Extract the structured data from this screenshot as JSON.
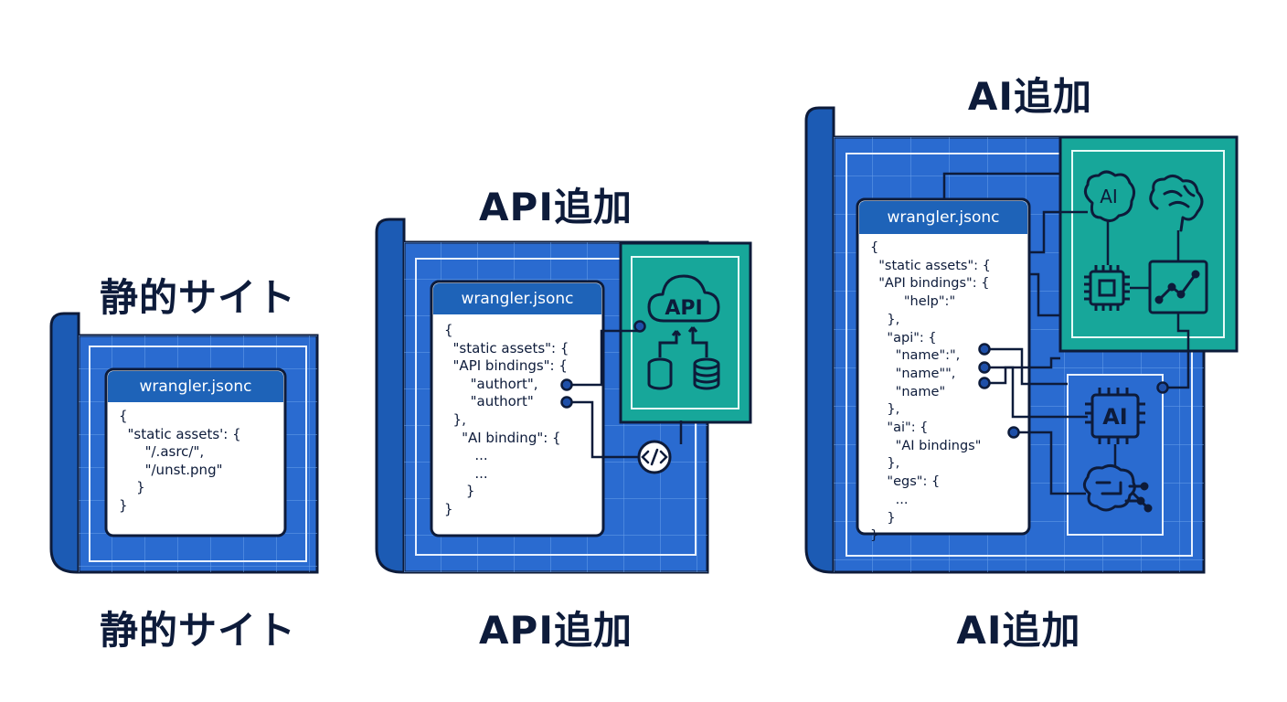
{
  "colors": {
    "navy": "#0d1b3a",
    "blueprint": "#2a6bd0",
    "roll": "#1c5bb4",
    "module_teal": "#17a79a",
    "header_blue": "#1e63b8"
  },
  "stages": [
    {
      "id": "static",
      "top_label": "静的サイト",
      "bottom_label": "静的サイト",
      "file": {
        "title": "wrangler.jsonc",
        "lines": [
          "{",
          "  \"static assets': {",
          "      \"/.asrc/\",",
          "      \"/unst.png\"",
          "    }",
          "}"
        ]
      }
    },
    {
      "id": "api",
      "top_label": "API追加",
      "bottom_label": "API追加",
      "file": {
        "title": "wrangler.jsonc",
        "lines": [
          "{",
          "  \"static assets\": {",
          "  \"API bindings\": {",
          "      \"authort\",",
          "      \"authort\"",
          "  },",
          "    \"AI binding\": {",
          "       ...",
          "       ...",
          "     }",
          "}"
        ]
      },
      "modules": [
        {
          "name": "api-cloud",
          "label": "API",
          "icons": [
            "cloud-icon",
            "database-icon",
            "storage-stack-icon"
          ]
        },
        {
          "name": "code-node",
          "icons": [
            "code-icon"
          ]
        }
      ]
    },
    {
      "id": "ai",
      "top_label": "AI追加",
      "bottom_label": "AI追加",
      "file": {
        "title": "wrangler.jsonc",
        "lines": [
          "{",
          "  \"static assets\": {",
          "  \"API bindings\": {",
          "        \"help\":\"",
          "    },",
          "    \"api\": {",
          "      \"name\":\",",
          "      \"name\"\",",
          "      \"name\"",
          "    },",
          "    \"ai\": {",
          "      \"AI bindings\"",
          "    },",
          "    \"egs\": {",
          "      ...",
          "    }",
          "}"
        ]
      },
      "modules": [
        {
          "name": "ai-services",
          "ai_label": "AI",
          "icons": [
            "ai-brain-icon",
            "brain-icon",
            "chip-icon",
            "chart-icon"
          ]
        },
        {
          "name": "ai-chip-module",
          "chip_label": "AI",
          "icons": [
            "ai-chip-icon",
            "circuit-brain-icon"
          ]
        }
      ]
    }
  ]
}
